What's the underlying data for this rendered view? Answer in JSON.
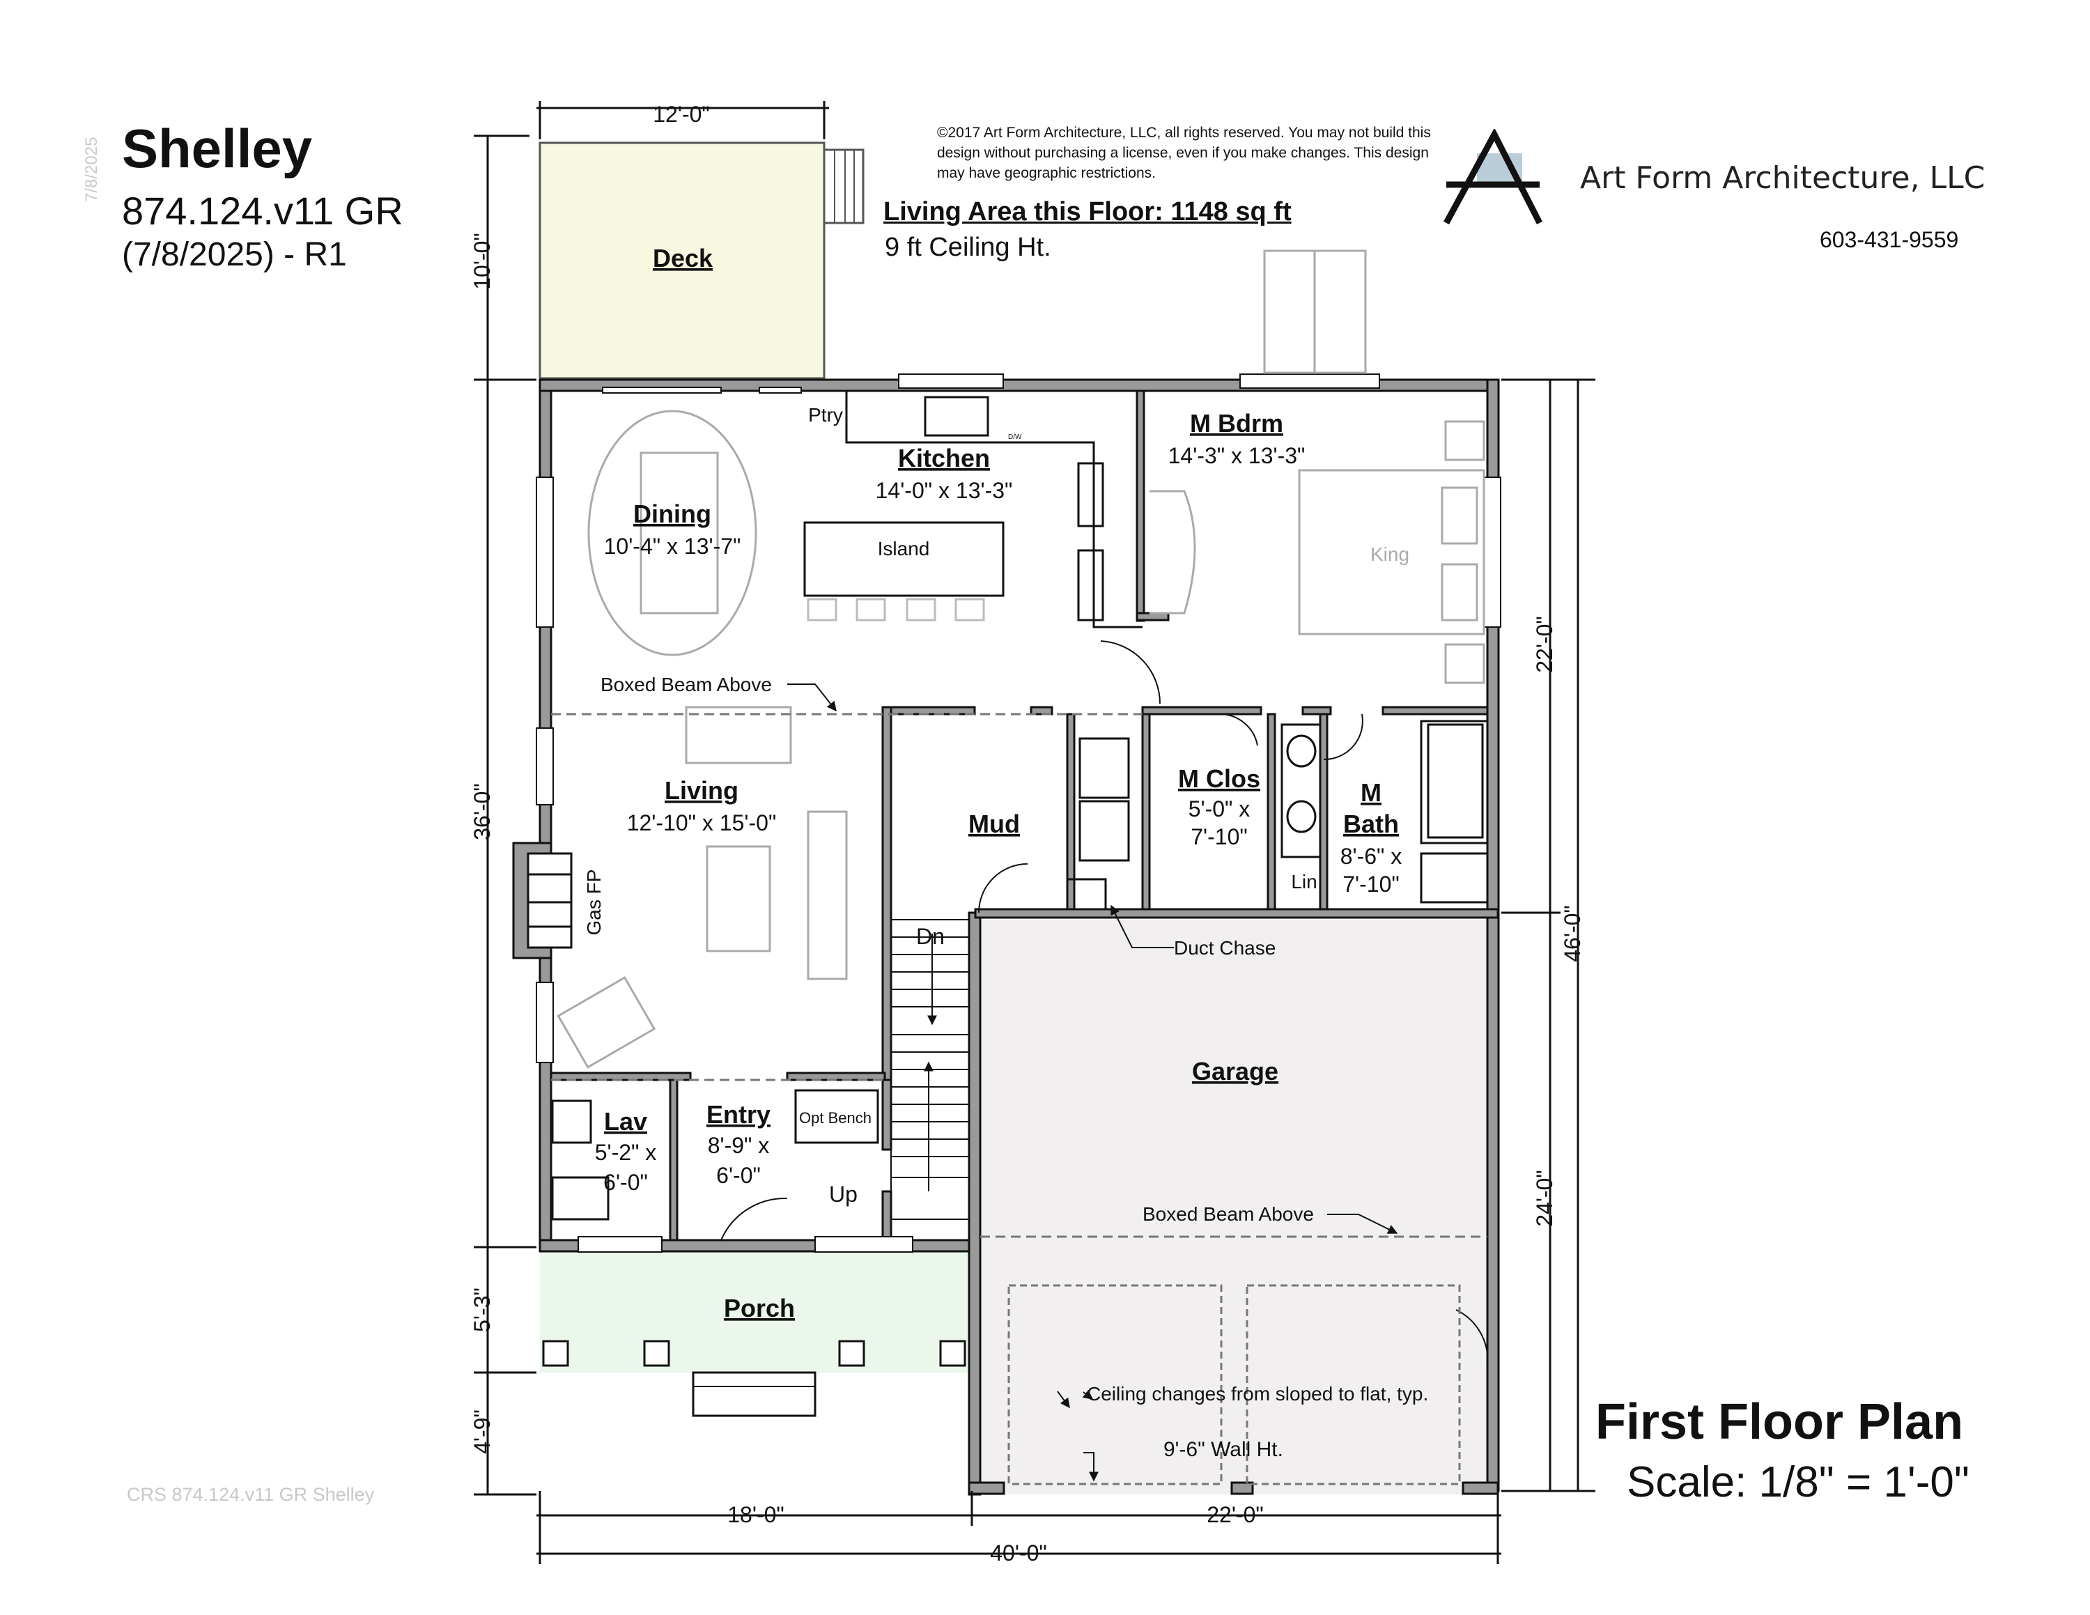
{
  "header": {
    "vertical_date": "7/8/2025",
    "title": "Shelley",
    "plan_code": "874.124.v11 GR",
    "revision": "(7/8/2025) - R1"
  },
  "notice": {
    "copyright": "©2017 Art Form Architecture, LLC, all rights reserved. You may not build this design without purchasing a license, even if you make changes. This design may have geographic restrictions.",
    "living_area": "Living Area this Floor: 1148 sq ft",
    "ceiling_height": "9 ft Ceiling Ht."
  },
  "company": {
    "name": "Art Form Architecture, LLC",
    "phone": "603-431-9559",
    "logo_color": "#b8cdd8"
  },
  "title_block": {
    "title": "First Floor Plan",
    "scale": "Scale: 1/8\" = 1'-0\""
  },
  "footer": {
    "watermark": "CRS 874.124.v11 GR Shelley"
  },
  "rooms": {
    "deck": {
      "name": "Deck"
    },
    "dining": {
      "name": "Dining",
      "size": "10'-4\" x 13'-7\""
    },
    "kitchen": {
      "name": "Kitchen",
      "size": "14'-0\" x 13'-3\""
    },
    "pantry": {
      "name": "Ptry"
    },
    "island": {
      "name": "Island"
    },
    "master_bedroom": {
      "name": "M Bdrm",
      "size": "14'-3\" x 13'-3\""
    },
    "bed": {
      "name": "King"
    },
    "living": {
      "name": "Living",
      "size": "12'-10\" x 15'-0\""
    },
    "fireplace": {
      "name": "Gas FP"
    },
    "mud": {
      "name": "Mud"
    },
    "master_closet": {
      "name": "M Clos",
      "size_line1": "5'-0\" x",
      "size_line2": "7'-10\""
    },
    "master_bath": {
      "name_line1": "M",
      "name_line2": "Bath",
      "size_line1": "8'-6\" x",
      "size_line2": "7'-10\""
    },
    "linen": {
      "name": "Lin"
    },
    "garage": {
      "name": "Garage"
    },
    "lav": {
      "name": "Lav",
      "size_line1": "5'-2\" x",
      "size_line2": "6'-0\""
    },
    "entry": {
      "name": "Entry",
      "size_line1": "8'-9\" x",
      "size_line2": "6'-0\""
    },
    "porch": {
      "name": "Porch"
    }
  },
  "notes": {
    "boxed_beam_living": "Boxed Beam Above",
    "boxed_beam_garage": "Boxed Beam Above",
    "duct_chase": "Duct Chase",
    "opt_bench": "Opt Bench",
    "stairs_down": "Dn",
    "stairs_up": "Up",
    "dishwasher": "D/W",
    "ceiling_change": "Ceiling changes from sloped to flat, typ.",
    "wall_height": "9'-6\" Wall Ht."
  },
  "dimensions": {
    "deck_width": "12'-0\"",
    "deck_depth": "10'-0\"",
    "left_house": "36'-0\"",
    "porch_depth": "5'-3\"",
    "walk_depth": "4'-9\"",
    "right_upper": "22'-0\"",
    "right_lower": "24'-0\"",
    "right_total": "46'-0\"",
    "bottom_left": "18'-0\"",
    "bottom_right": "22'-0\"",
    "bottom_total": "40'-0\""
  },
  "colors": {
    "deck_fill": "#f8f7df",
    "porch_fill": "#eaf7ea",
    "garage_fill": "#f2eff1",
    "wall_fill": "#9a9a9a",
    "wall_outline": "#111111",
    "furniture": "#bbbbbb"
  }
}
